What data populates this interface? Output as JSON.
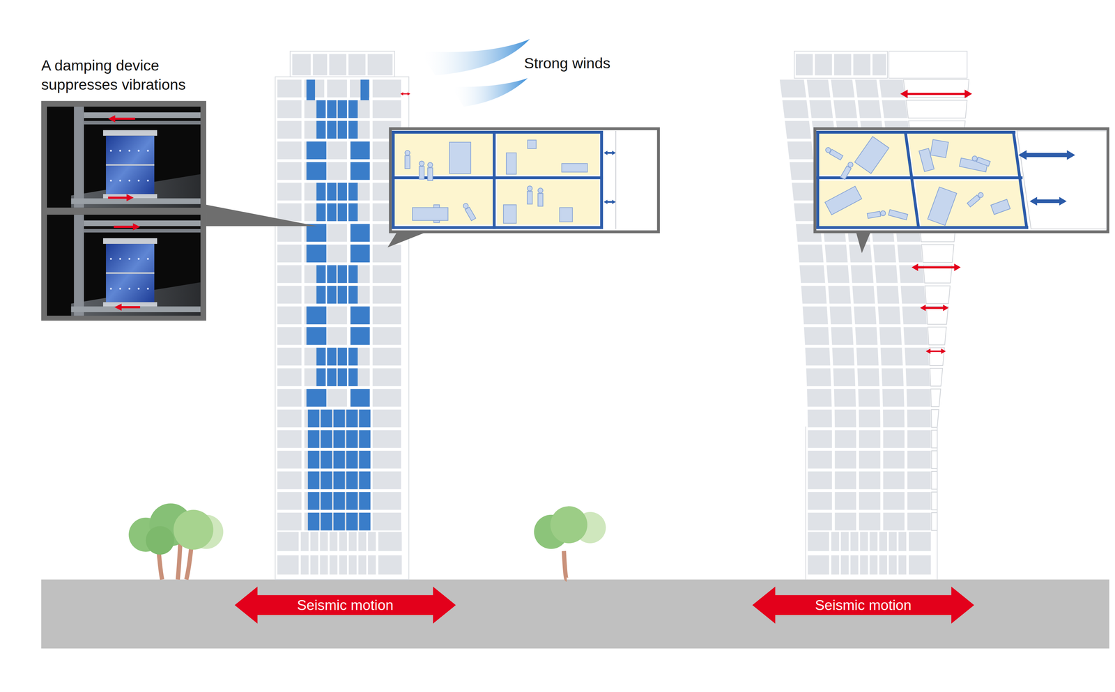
{
  "diagram": {
    "nodes": [
      {
        "text": [
          "A damping device suppresses vibrations"
        ]
      },
      {
        "text": [
          "Seismic motion"
        ]
      },
      {
        "text": [
          "Seismic motion"
        ]
      }
    ],
    "labels": [
      "Strong winds"
    ]
  }
}
